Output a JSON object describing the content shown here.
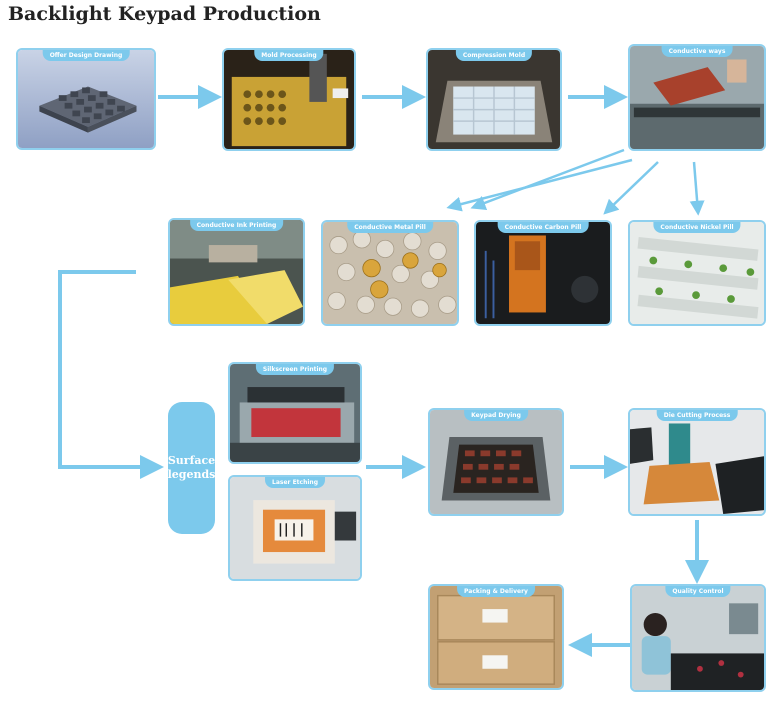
{
  "title": "Backlight Keypad Production",
  "colors": {
    "arrow": "#7cc9ec",
    "frame": "#8fd0ee",
    "label_bg": "#7cc9ec"
  },
  "steps": [
    {
      "id": "offer-design-drawing",
      "label": "Offer Design Drawing"
    },
    {
      "id": "mold-processing",
      "label": "Mold Processing"
    },
    {
      "id": "compression-mold",
      "label": "Compression Mold"
    },
    {
      "id": "conductive-ways",
      "label": "Conductive ways"
    },
    {
      "id": "conductive-ink-printing",
      "label": "Conductive Ink Printing"
    },
    {
      "id": "conductive-metal-pill",
      "label": "Conductive Metal Pill"
    },
    {
      "id": "conductive-carbon-pill",
      "label": "Conductive Carbon Pill"
    },
    {
      "id": "conductive-nickel-pill",
      "label": "Conductive Nickel Pill"
    },
    {
      "id": "silkscreen-printing",
      "label": "Silkscreen Printing"
    },
    {
      "id": "laser-etching",
      "label": "Laser Etching"
    },
    {
      "id": "keypad-drying",
      "label": "Keypad Drying"
    },
    {
      "id": "die-cutting-process",
      "label": "Die Cutting Process"
    },
    {
      "id": "quality-control",
      "label": "Quality Control"
    },
    {
      "id": "packing-delivery",
      "label": "Packing & Delivery"
    }
  ],
  "surface_legends": "Surface\nlegends"
}
